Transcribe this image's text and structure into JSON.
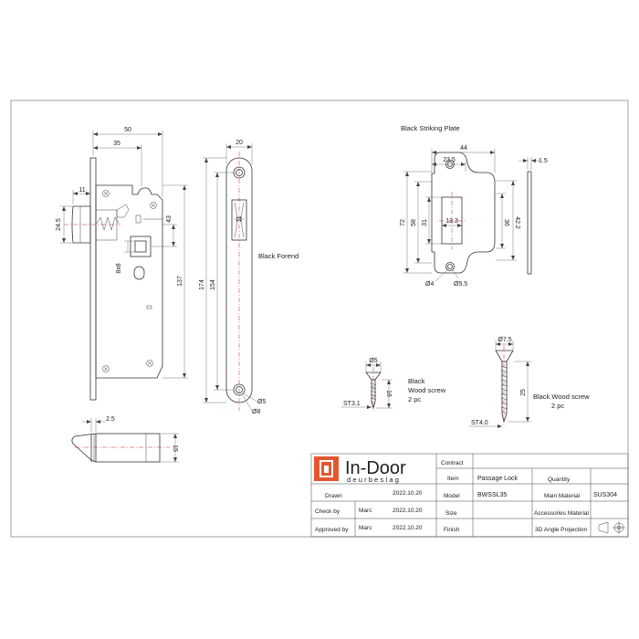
{
  "lock_body": {
    "dim_overall_width": "50",
    "dim_backset": "35",
    "dim_latch_throw": "11",
    "dim_latch_height": "24.5",
    "dim_latch_to_spindle": "43",
    "dim_body_height": "137",
    "dim_spindle": "8x8"
  },
  "forend": {
    "dim_width": "20",
    "dim_slot_width": "11",
    "dim_total_length": "174",
    "dim_screw_distance": "154",
    "dim_hole_dia": "Ø5",
    "dim_countersink_dia": "Ø8",
    "label": "Black Forend"
  },
  "striking_plate": {
    "label": "Black Striking Plate",
    "dim_width": "44",
    "dim_half_width": "23.5",
    "dim_thickness": "1.5",
    "dim_height": "72",
    "dim_inner_height": "58",
    "dim_slot_height": "31",
    "dim_slot_width": "13.3",
    "dim_right_36": "36",
    "dim_right_422": "42.2",
    "dim_hole_dia": "Ø4",
    "dim_countersink_dia": "Ø5.5"
  },
  "small_screw": {
    "dim_head": "Ø5",
    "dim_length": "16",
    "dim_thread": "ST3.1",
    "label_line1": "Black",
    "label_line2": "Wood screw",
    "label_line3": "2 pc"
  },
  "large_screw": {
    "dim_head": "Ø7.5",
    "dim_length": "25",
    "dim_thread": "ST4.0",
    "label_line1": "Black Wood screw",
    "label_line2": "2 pc"
  },
  "latch_side": {
    "dim_tip": "2.5",
    "dim_height": "15"
  },
  "title_block": {
    "logo_name": "In-Door",
    "logo_sub": "deurbeslag",
    "contract_label": "Contract",
    "item_label": "Item",
    "item_value": "Passage Lock",
    "quantity_label": "Quantity",
    "model_label": "Model",
    "model_value": "BWSSL35",
    "main_material_label": "Main Material",
    "main_material_value": "SUS304",
    "size_label": "Size",
    "accessories_label": "Accessories Material",
    "finish_label": "Finish",
    "projection_label": "3D Angle Projection",
    "drawn_label": "Drawn",
    "drawn_date": "2022.10.20",
    "check_label": "Check by",
    "check_name": "Marc",
    "check_date": "2022.10.20",
    "approved_label": "Approved by",
    "approved_name": "Marc",
    "approved_date": "2022.10.20"
  }
}
